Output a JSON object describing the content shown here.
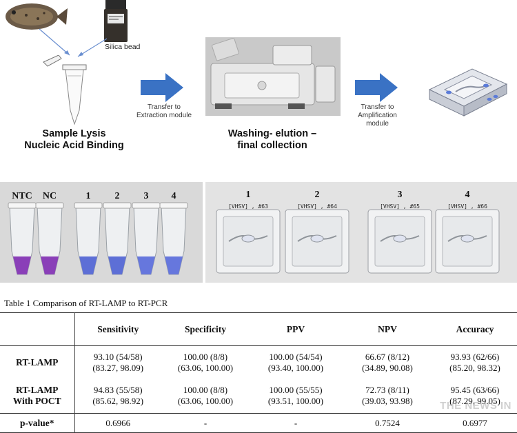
{
  "workflow": {
    "bead_label": "Silica bead",
    "step1_title": [
      "Sample Lysis",
      "Nucleic Acid Binding"
    ],
    "arrow1_label": [
      "Transfer to",
      "Extraction module"
    ],
    "step2_title": [
      "Washing- elution –",
      "final collection"
    ],
    "arrow2_label": [
      "Transfer to",
      "Amplification",
      "module"
    ],
    "arrow_color": "#3a72c4"
  },
  "tube_photo": {
    "labels": [
      "NTC",
      "NC",
      "1",
      "2",
      "3",
      "4"
    ],
    "colors": [
      "#8a3fb8",
      "#8a3fb8",
      "#5d6fd6",
      "#5d6fd6",
      "#6677dd",
      "#6677dd"
    ]
  },
  "chip_photo": {
    "labels": [
      "1",
      "2",
      "3",
      "4"
    ],
    "tags": [
      "[VHSV] , #63",
      "[VHSV] , #64",
      "[VHSV] , #65",
      "[VHSV] , #66"
    ]
  },
  "table": {
    "caption": "Table 1 Comparison of RT-LAMP to RT-PCR",
    "headers": [
      "Sensitivity",
      "Specificity",
      "PPV",
      "NPV",
      "Accuracy"
    ],
    "rows": [
      {
        "name": [
          "RT-LAMP"
        ],
        "cells": [
          [
            "93.10 (54/58)",
            "(83.27, 98.09)"
          ],
          [
            "100.00 (8/8)",
            "(63.06, 100.00)"
          ],
          [
            "100.00 (54/54)",
            "(93.40, 100.00)"
          ],
          [
            "66.67 (8/12)",
            "(34.89, 90.08)"
          ],
          [
            "93.93 (62/66)",
            "(85.20, 98.32)"
          ]
        ]
      },
      {
        "name": [
          "RT-LAMP",
          "With POCT"
        ],
        "cells": [
          [
            "94.83 (55/58)",
            "(85.62, 98.92)"
          ],
          [
            "100.00 (8/8)",
            "(63.06, 100.00)"
          ],
          [
            "100.00 (55/55)",
            "(93.51, 100.00)"
          ],
          [
            "72.73 (8/11)",
            "(39.03, 93.98)"
          ],
          [
            "95.45 (63/66)",
            "(87.29, 99.05)"
          ]
        ]
      }
    ],
    "pvalue_row": {
      "name": "p-value*",
      "cells": [
        "0.6966",
        "-",
        "-",
        "0.7524",
        "0.6977"
      ]
    }
  },
  "watermark": "THE NEWS IN"
}
